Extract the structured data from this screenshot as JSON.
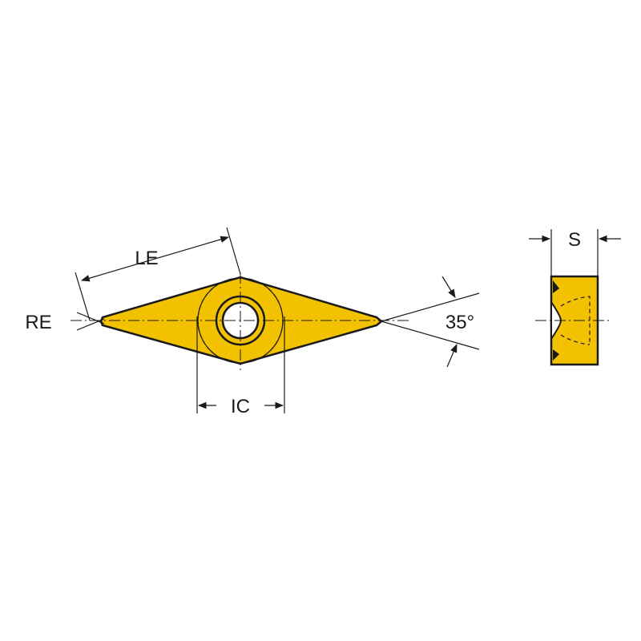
{
  "labels": {
    "le": "LE",
    "re": "RE",
    "ic": "IC",
    "angle": "35°",
    "s": "S"
  },
  "colors": {
    "insert_fill": "#F2C200",
    "line": "#1a1a1a"
  }
}
